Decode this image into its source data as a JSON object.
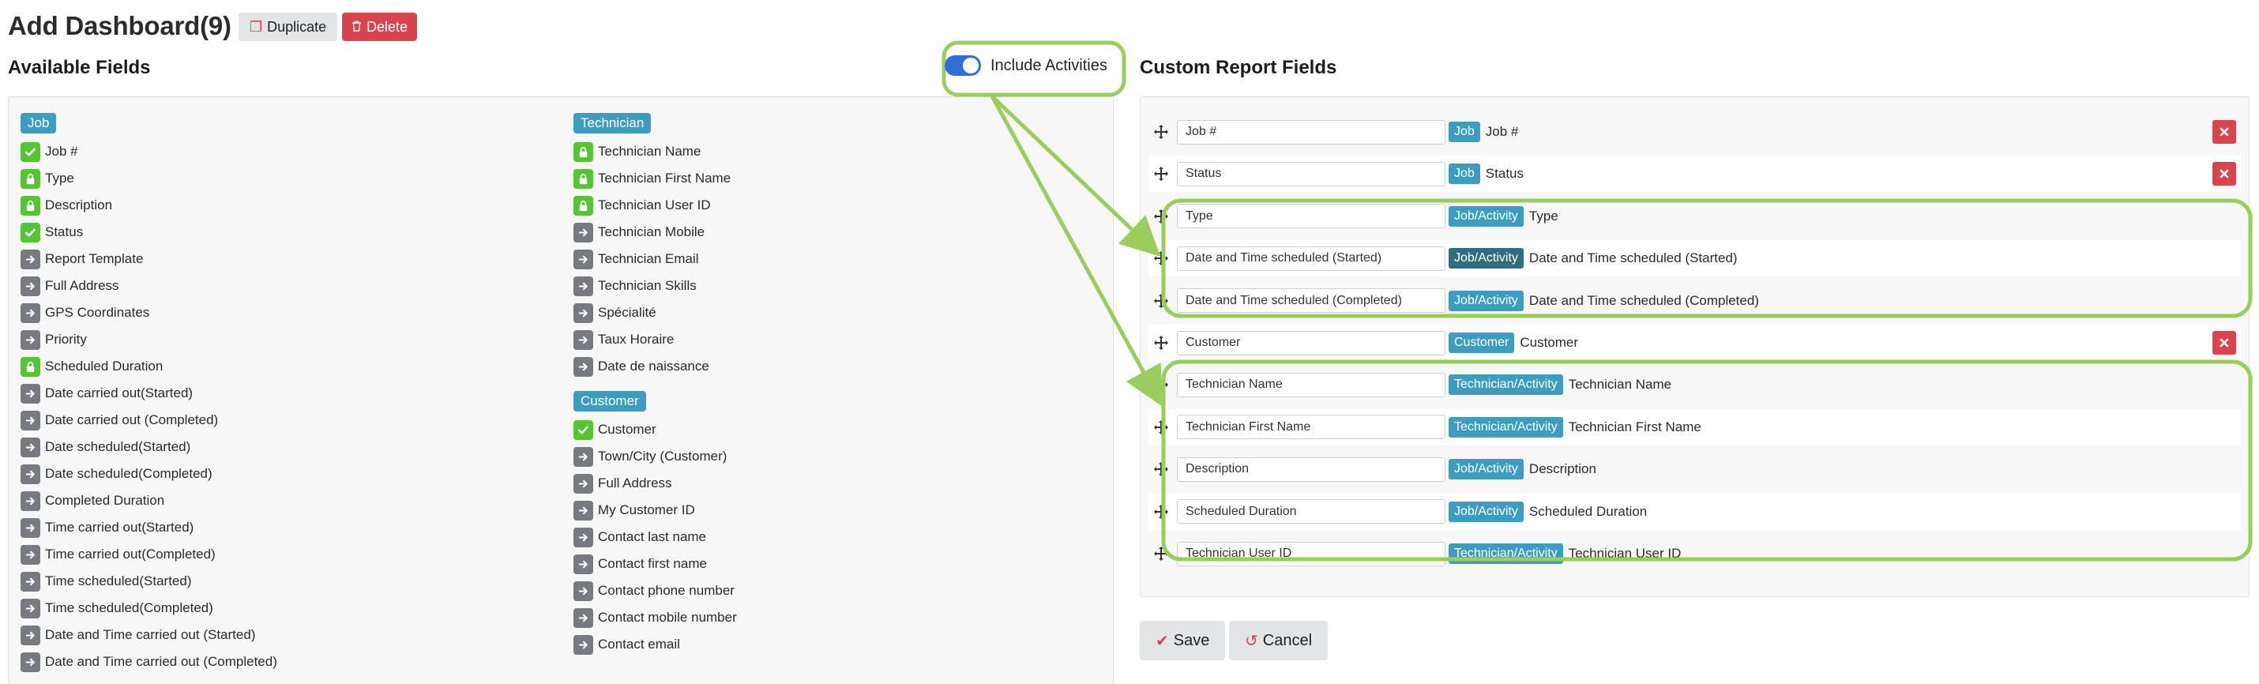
{
  "header": {
    "title": "Add Dashboard(9)",
    "duplicate_label": "Duplicate",
    "delete_label": "Delete"
  },
  "available": {
    "title": "Available Fields",
    "toggle_label": "Include Activities",
    "toggle_on": true,
    "job_group": "Job",
    "job_fields": [
      {
        "label": "Job #",
        "icon": "check-icon"
      },
      {
        "label": "Type",
        "icon": "lock-icon"
      },
      {
        "label": "Description",
        "icon": "lock-icon"
      },
      {
        "label": "Status",
        "icon": "check-icon"
      },
      {
        "label": "Report Template",
        "icon": "arrow-right-icon"
      },
      {
        "label": "Full Address",
        "icon": "arrow-right-icon"
      },
      {
        "label": "GPS Coordinates",
        "icon": "arrow-right-icon"
      },
      {
        "label": "Priority",
        "icon": "arrow-right-icon"
      },
      {
        "label": "Scheduled Duration",
        "icon": "lock-icon"
      },
      {
        "label": "Date carried out(Started)",
        "icon": "arrow-right-icon"
      },
      {
        "label": "Date carried out (Completed)",
        "icon": "arrow-right-icon"
      },
      {
        "label": "Date scheduled(Started)",
        "icon": "arrow-right-icon"
      },
      {
        "label": "Date scheduled(Completed)",
        "icon": "arrow-right-icon"
      },
      {
        "label": "Completed Duration",
        "icon": "arrow-right-icon"
      },
      {
        "label": "Time carried out(Started)",
        "icon": "arrow-right-icon"
      },
      {
        "label": "Time carried out(Completed)",
        "icon": "arrow-right-icon"
      },
      {
        "label": "Time scheduled(Started)",
        "icon": "arrow-right-icon"
      },
      {
        "label": "Time scheduled(Completed)",
        "icon": "arrow-right-icon"
      },
      {
        "label": "Date and Time carried out (Started)",
        "icon": "arrow-right-icon"
      },
      {
        "label": "Date and Time carried out (Completed)",
        "icon": "arrow-right-icon"
      }
    ],
    "technician_group": "Technician",
    "technician_fields": [
      {
        "label": "Technician Name",
        "icon": "lock-icon"
      },
      {
        "label": "Technician First Name",
        "icon": "lock-icon"
      },
      {
        "label": "Technician User ID",
        "icon": "lock-icon"
      },
      {
        "label": "Technician Mobile",
        "icon": "arrow-right-icon"
      },
      {
        "label": "Technician Email",
        "icon": "arrow-right-icon"
      },
      {
        "label": "Technician Skills",
        "icon": "arrow-right-icon"
      },
      {
        "label": "Spécialité",
        "icon": "arrow-right-icon"
      },
      {
        "label": "Taux Horaire",
        "icon": "arrow-right-icon"
      },
      {
        "label": "Date de naissance",
        "icon": "arrow-right-icon"
      }
    ],
    "customer_group": "Customer",
    "customer_fields": [
      {
        "label": "Customer",
        "icon": "check-icon"
      },
      {
        "label": "Town/City (Customer)",
        "icon": "arrow-right-icon"
      },
      {
        "label": "Full Address",
        "icon": "arrow-right-icon"
      },
      {
        "label": "My Customer ID",
        "icon": "arrow-right-icon"
      },
      {
        "label": "Contact last name",
        "icon": "arrow-right-icon"
      },
      {
        "label": "Contact first name",
        "icon": "arrow-right-icon"
      },
      {
        "label": "Contact phone number",
        "icon": "arrow-right-icon"
      },
      {
        "label": "Contact mobile number",
        "icon": "arrow-right-icon"
      },
      {
        "label": "Contact email",
        "icon": "arrow-right-icon"
      }
    ]
  },
  "custom": {
    "title": "Custom Report Fields",
    "rows": [
      {
        "value": "Job #",
        "tag": "Job",
        "label": "Job #",
        "deletable": true
      },
      {
        "value": "Status",
        "tag": "Job",
        "label": "Status",
        "deletable": true
      },
      {
        "value": "Type",
        "tag": "Job/Activity",
        "label": "Type",
        "deletable": false
      },
      {
        "value": "Date and Time scheduled (Started)",
        "tag": "Job/Activity",
        "label": "Date and Time scheduled (Started)",
        "deletable": false,
        "tag_dark": true
      },
      {
        "value": "Date and Time scheduled (Completed)",
        "tag": "Job/Activity",
        "label": "Date and Time scheduled (Completed)",
        "deletable": false
      },
      {
        "value": "Customer",
        "tag": "Customer",
        "label": "Customer",
        "deletable": true
      },
      {
        "value": "Technician Name",
        "tag": "Technician/Activity",
        "label": "Technician Name",
        "deletable": false
      },
      {
        "value": "Technician First Name",
        "tag": "Technician/Activity",
        "label": "Technician First Name",
        "deletable": false
      },
      {
        "value": "Description",
        "tag": "Job/Activity",
        "label": "Description",
        "deletable": false
      },
      {
        "value": "Scheduled Duration",
        "tag": "Job/Activity",
        "label": "Scheduled Duration",
        "deletable": false
      },
      {
        "value": "Technician User ID",
        "tag": "Technician/Activity",
        "label": "Technician User ID",
        "deletable": false
      }
    ]
  },
  "footer": {
    "save_label": "Save",
    "cancel_label": "Cancel"
  },
  "colors": {
    "annotation": "#9acd5e",
    "tag": "#3d9dbf",
    "danger": "#d9454f",
    "success": "#56c435"
  }
}
